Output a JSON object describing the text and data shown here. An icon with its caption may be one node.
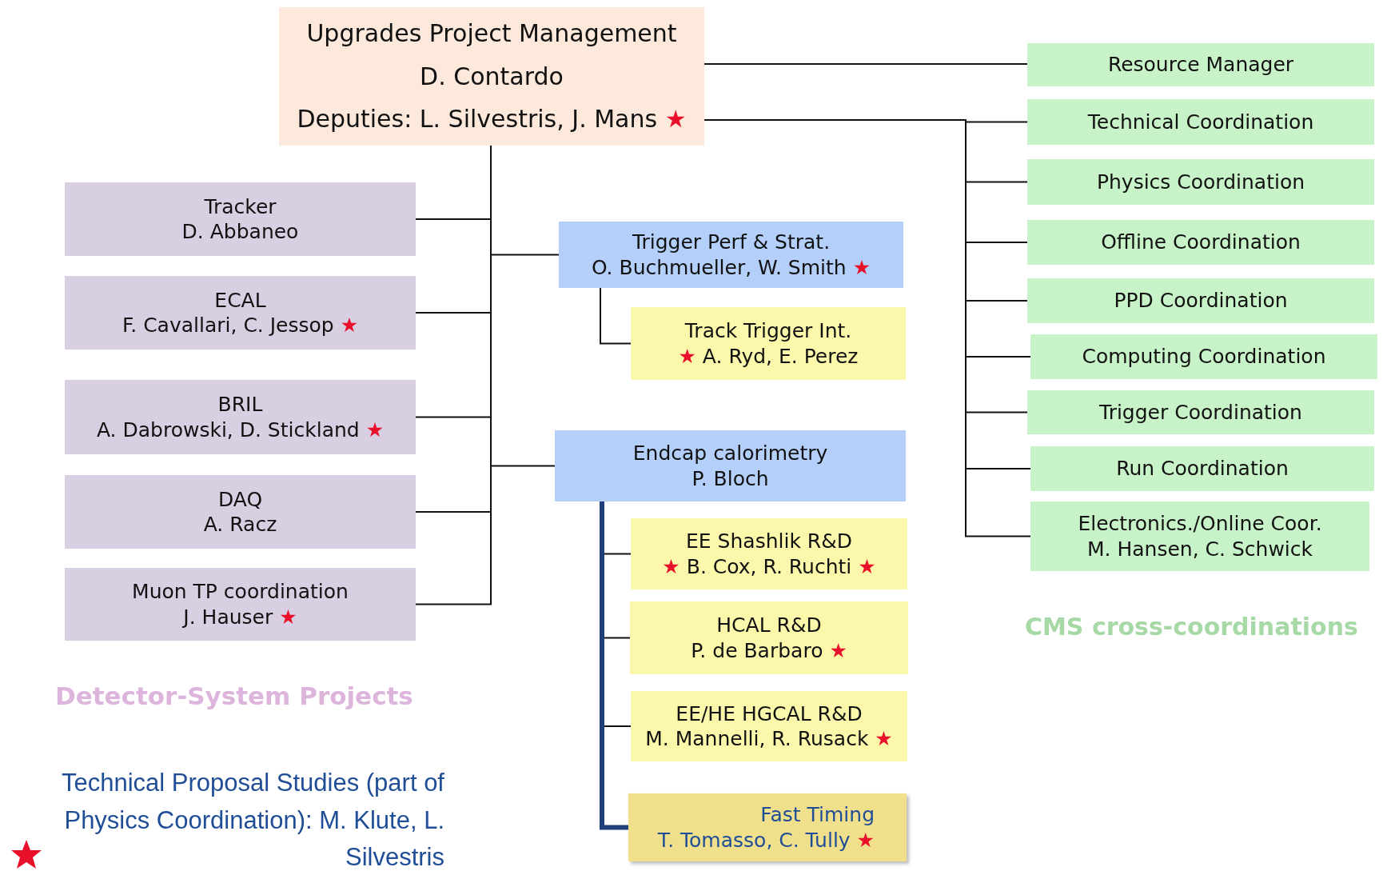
{
  "diagram": {
    "nodes": [
      {
        "text": [
          "Upgrades Project Management",
          "D. Contardo",
          "Deputies: L. Silvestris, J. Mans ★"
        ]
      },
      {
        "text": [
          "Resource Manager"
        ]
      },
      {
        "text": [
          "Technical Coordination"
        ]
      },
      {
        "text": [
          "Physics Coordination"
        ]
      },
      {
        "text": [
          "Offline Coordination"
        ]
      },
      {
        "text": [
          "PPD Coordination"
        ]
      },
      {
        "text": [
          "Computing Coordination"
        ]
      },
      {
        "text": [
          "Trigger Coordination"
        ]
      },
      {
        "text": [
          "Run Coordination"
        ]
      },
      {
        "text": [
          "Electronics./Online Coor.",
          "M. Hansen, C. Schwick"
        ]
      },
      {
        "text": [
          "Tracker",
          "D. Abbaneo"
        ]
      },
      {
        "text": [
          "ECAL",
          "F. Cavallari, C. Jessop ★"
        ]
      },
      {
        "text": [
          "BRIL",
          "A. Dabrowski, D. Stickland ★"
        ]
      },
      {
        "text": [
          "DAQ",
          "A. Racz"
        ]
      },
      {
        "text": [
          "Muon TP coordination",
          "J. Hauser ★"
        ]
      },
      {
        "text": [
          "Trigger Perf & Strat.",
          "O. Buchmueller, W. Smith ★"
        ]
      },
      {
        "text": [
          "Track Trigger Int.",
          "★ A. Ryd, E. Perez"
        ]
      },
      {
        "text": [
          "Endcap calorimetry",
          "P. Bloch"
        ]
      },
      {
        "text": [
          "EE Shashlik R&D",
          "★ B. Cox, R. Ruchti ★"
        ]
      },
      {
        "text": [
          "HCAL R&D",
          "P. de Barbaro ★"
        ]
      },
      {
        "text": [
          "EE/HE HGCAL R&D",
          "M. Mannelli, R. Rusack ★"
        ]
      },
      {
        "text": [
          "Fast Timing",
          "T. Tomasso, C. Tully ★"
        ]
      }
    ],
    "edges": [
      {
        "from": 0,
        "to": 1,
        "arrow": "none"
      },
      {
        "from": 0,
        "to": 2,
        "arrow": "none"
      },
      {
        "from": 0,
        "to": 3,
        "arrow": "none"
      },
      {
        "from": 0,
        "to": 4,
        "arrow": "none"
      },
      {
        "from": 0,
        "to": 5,
        "arrow": "none"
      },
      {
        "from": 0,
        "to": 6,
        "arrow": "none"
      },
      {
        "from": 0,
        "to": 7,
        "arrow": "none"
      },
      {
        "from": 0,
        "to": 8,
        "arrow": "none"
      },
      {
        "from": 0,
        "to": 9,
        "arrow": "none"
      },
      {
        "from": 0,
        "to": 10,
        "arrow": "none"
      },
      {
        "from": 0,
        "to": 11,
        "arrow": "none"
      },
      {
        "from": 0,
        "to": 12,
        "arrow": "none"
      },
      {
        "from": 0,
        "to": 13,
        "arrow": "none"
      },
      {
        "from": 0,
        "to": 14,
        "arrow": "none"
      },
      {
        "from": 0,
        "to": 15,
        "arrow": "none"
      },
      {
        "from": 0,
        "to": 17,
        "arrow": "none"
      },
      {
        "from": 15,
        "to": 16,
        "arrow": "none"
      },
      {
        "from": 17,
        "to": 18,
        "arrow": "none"
      },
      {
        "from": 17,
        "to": 19,
        "arrow": "none"
      },
      {
        "from": 17,
        "to": 20,
        "arrow": "none"
      },
      {
        "from": 17,
        "to": 21,
        "arrow": "none",
        "style": "thick",
        "color": "#1f3f7a"
      }
    ],
    "labels": [
      "CMS cross-coordinations",
      "Detector-System Projects"
    ],
    "legend": [
      {
        "text": "Technical Proposal Studies (part of Physics Coordination): M. Klute, L. Silvestris"
      }
    ]
  }
}
